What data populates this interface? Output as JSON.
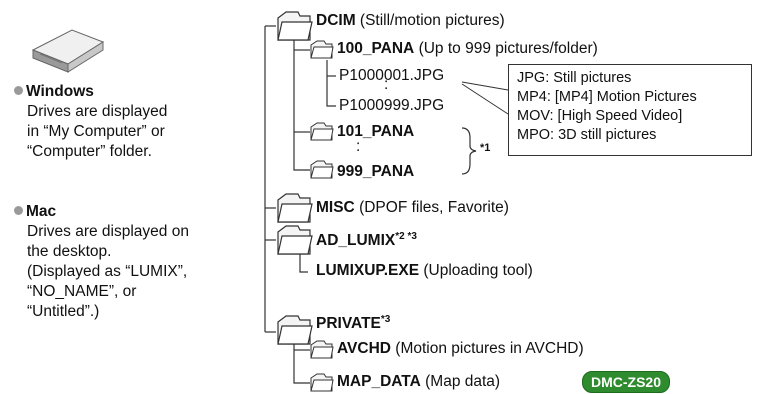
{
  "left": {
    "windows": {
      "heading": "Windows",
      "lines": [
        "Drives are displayed",
        "in “My Computer” or",
        "“Computer” folder."
      ]
    },
    "mac": {
      "heading": "Mac",
      "lines": [
        "Drives are displayed on",
        "the desktop.",
        "(Displayed as “LUMIX”,",
        "“NO_NAME”, or",
        "“Untitled”.)"
      ]
    }
  },
  "tree": {
    "dcim": {
      "name": "DCIM",
      "desc": "(Still/motion pictures)"
    },
    "pana100": {
      "name": "100_PANA",
      "desc": "(Up to 999 pictures/folder)"
    },
    "file_first": "P1000001.JPG",
    "file_last": "P1000999.JPG",
    "pana101": {
      "name": "101_PANA"
    },
    "pana999": {
      "name": "999_PANA"
    },
    "note1": "*1",
    "misc": {
      "name": "MISC",
      "desc": "(DPOF files, Favorite)"
    },
    "ad_lumix": {
      "name": "AD_LUMIX",
      "sup": "*2 *3"
    },
    "lumixup": {
      "name": "LUMIXUP.EXE",
      "desc": "(Uploading tool)"
    },
    "private": {
      "name": "PRIVATE",
      "sup": "*3"
    },
    "avchd": {
      "name": "AVCHD",
      "desc": "(Motion pictures in AVCHD)"
    },
    "map_data": {
      "name": "MAP_DATA",
      "desc": "(Map data)"
    },
    "model_badge": "DMC-ZS20",
    "dots": ":"
  },
  "legend": [
    "JPG: Still pictures",
    "MP4: [MP4] Motion Pictures",
    "MOV: [High Speed Video]",
    "MPO: 3D still pictures"
  ],
  "colors": {
    "badge": "#2e8b2e",
    "lines": "#333333",
    "bullet": "#9a9a9a"
  }
}
